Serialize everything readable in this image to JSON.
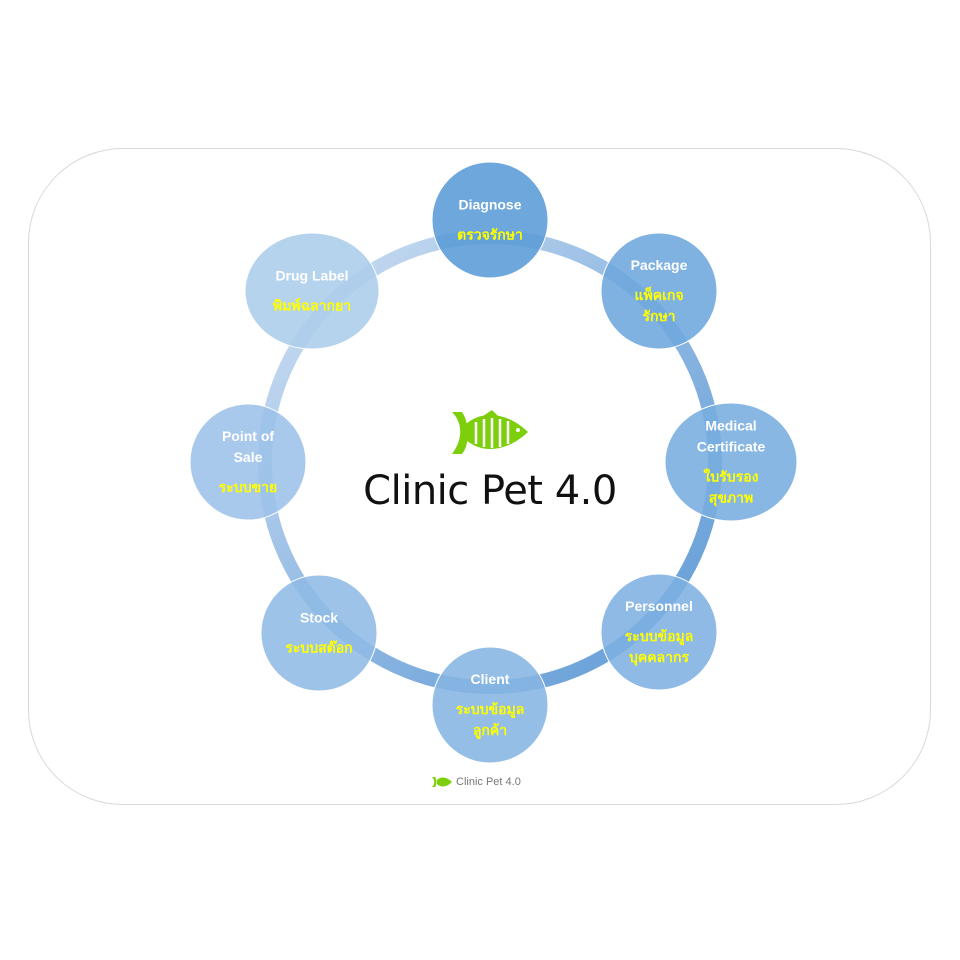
{
  "title": "Clinic Pet 4.0",
  "footer": "Clinic Pet 4.0",
  "colors": {
    "logo": "#7ccf0a",
    "label": "#ffffff",
    "thai": "#ffff00"
  },
  "nodes": [
    {
      "label": [
        "Diagnose"
      ],
      "thai": [
        "ตรวจรักษา"
      ],
      "color": "#5a9bd6"
    },
    {
      "label": [
        "Package"
      ],
      "thai": [
        "แพ็คเกจ",
        "รักษา"
      ],
      "color": "#6ea7dd"
    },
    {
      "label": [
        "Medical",
        "Certificate"
      ],
      "thai": [
        "ใบรับรอง",
        "สุขภาพ"
      ],
      "color": "#78addf"
    },
    {
      "label": [
        "Personnel"
      ],
      "thai": [
        "ระบบข้อมูล",
        "บุคคลากร"
      ],
      "color": "#7eb1e1"
    },
    {
      "label": [
        "Client"
      ],
      "thai": [
        "ระบบข้อมูล",
        "ลูกค้า"
      ],
      "color": "#86b5e2"
    },
    {
      "label": [
        "Stock"
      ],
      "thai": [
        "ระบบสต๊อก"
      ],
      "color": "#90bbe5"
    },
    {
      "label": [
        "Point of",
        "Sale"
      ],
      "thai": [
        "ระบบขาย"
      ],
      "color": "#9cc2e8"
    },
    {
      "label": [
        "Drug Label"
      ],
      "thai": [
        "พิมพ์ฉลากยา"
      ],
      "color": "#accdec"
    }
  ]
}
